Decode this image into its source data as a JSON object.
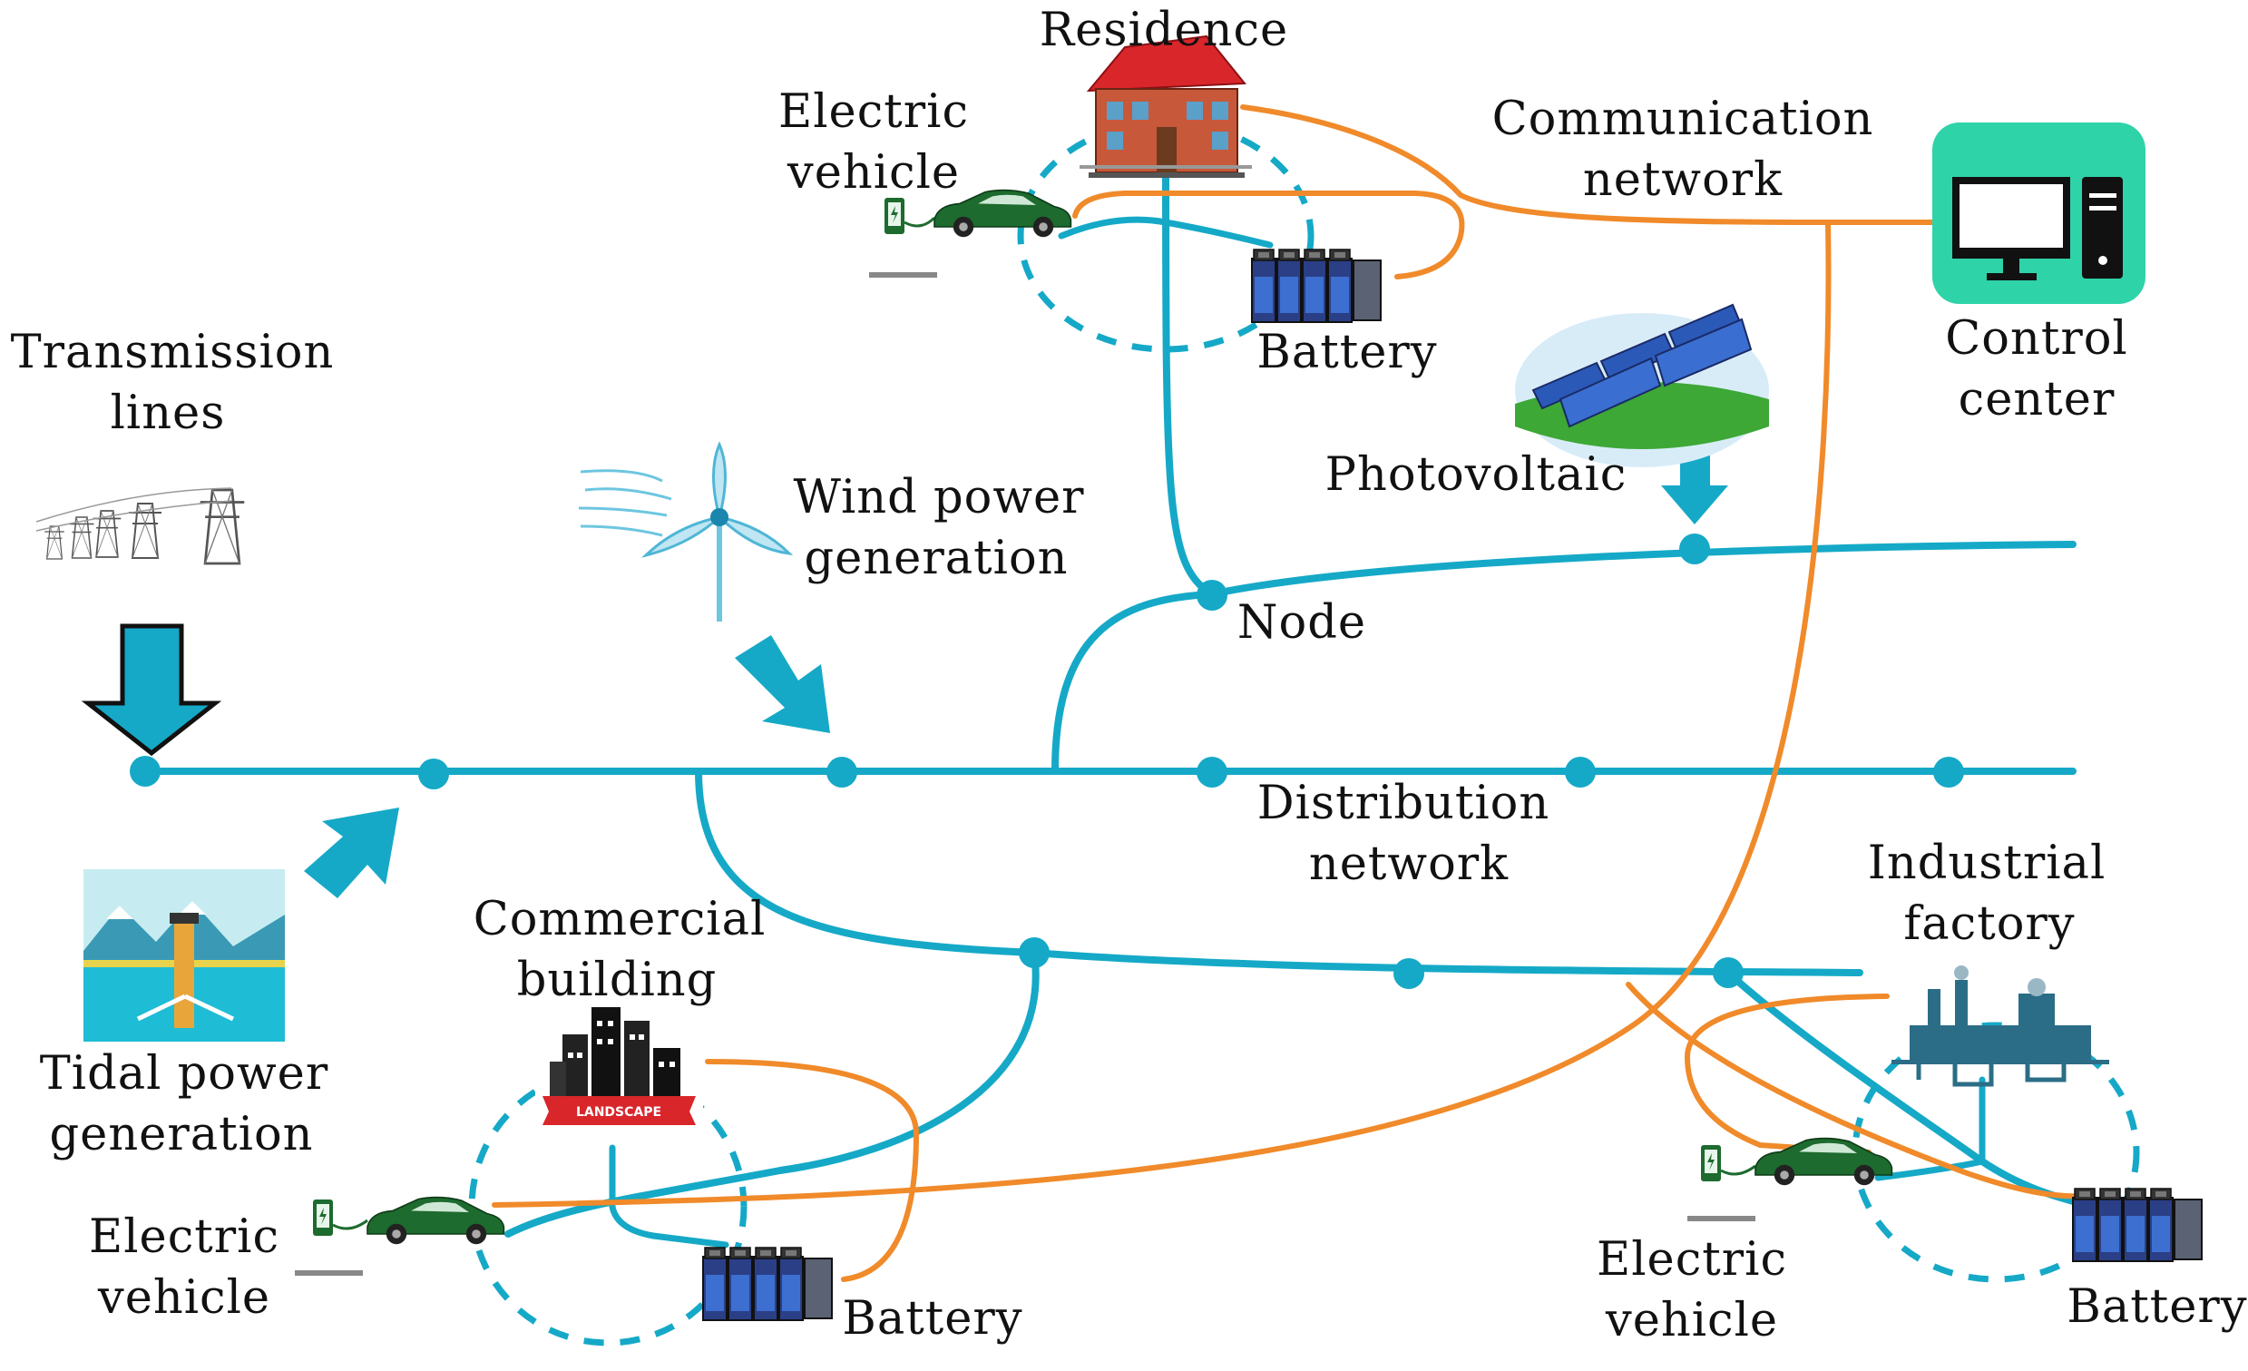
{
  "labels": {
    "residence": "Residence",
    "ev_top_1": "Electric",
    "ev_top_2": "vehicle",
    "comm_1": "Communication",
    "comm_2": "network",
    "control_1": "Control",
    "control_2": "center",
    "battery_top": "Battery",
    "transmission_1": "Transmission",
    "transmission_2": "lines",
    "wind_1": "Wind power",
    "wind_2": "generation",
    "photovoltaic": "Photovoltaic",
    "node": "Node",
    "distribution_1": "Distribution",
    "distribution_2": "network",
    "commercial_1": "Commercial",
    "commercial_2": "building",
    "industrial_1": "Industrial",
    "industrial_2": "factory",
    "tidal_1": "Tidal power",
    "tidal_2": "generation",
    "ev_left_1": "Electric",
    "ev_left_2": "vehicle",
    "battery_left": "Battery",
    "ev_right_1": "Electric",
    "ev_right_2": "vehicle",
    "battery_right": "Battery",
    "landscape_sign": "LANDSCAPE"
  },
  "colors": {
    "power_line": "#15a9c7",
    "communication_line": "#f08a2a",
    "control_center_bg": "#2fd3a8",
    "car": "#1d6b2e",
    "battery": "#3a4a8a"
  },
  "icons": [
    "house-icon",
    "car-icon",
    "battery-icon",
    "computer-icon",
    "solar-panel-icon",
    "wind-turbine-icon",
    "transmission-tower-icon",
    "tidal-power-icon",
    "city-building-icon",
    "factory-icon",
    "charger-icon"
  ]
}
